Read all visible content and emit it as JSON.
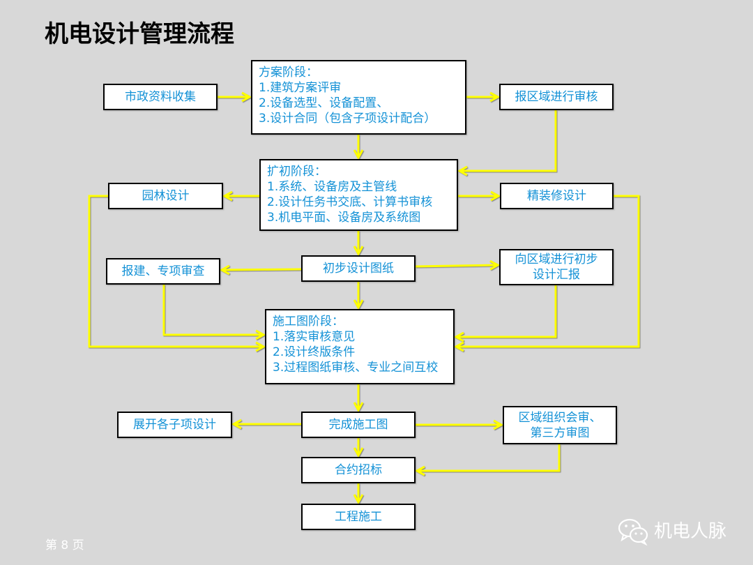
{
  "title": "机电设计管理流程",
  "nodes": {
    "municipal_data": "市政资料收集",
    "scheme_stage": {
      "heading": "方案阶段：",
      "items": [
        "1.建筑方案评审",
        "2.设备选型、设备配置、",
        "3.设计合同（包含子项设计配合）"
      ]
    },
    "regional_review": "报区域进行审核",
    "preliminary_stage": {
      "heading": "扩初阶段：",
      "items": [
        "1.系统、设备房及主管线",
        "2.设计任务书交底、计算书审核",
        "3.机电平面、设备房及系统图"
      ]
    },
    "landscape_design": "园林设计",
    "interior_fitout_design": "精装修设计",
    "preliminary_drawings": "初步设计图纸",
    "permit_review": "报建、专项审查",
    "regional_report": [
      "向区域进行初步",
      "设计汇报"
    ],
    "construction_drawing_stage": {
      "heading": "施工图阶段：",
      "items": [
        "1.落实审核意见",
        "2.设计终版条件",
        "3.过程图纸审核、专业之间互校"
      ]
    },
    "sub_item_design": "展开各子项设计",
    "complete_drawings": "完成施工图",
    "joint_review": [
      "区域组织会审、",
      "第三方审图"
    ],
    "bidding": "合约招标",
    "construction": "工程施工"
  },
  "footer": {
    "page": "第 8 页",
    "brand": "机电人脉",
    "brand_icon": "wechat-icon"
  },
  "colors": {
    "background": "#d8d8d8",
    "node_text": "#1391d6",
    "node_border": "#000000",
    "arrow": "#ffff00"
  }
}
